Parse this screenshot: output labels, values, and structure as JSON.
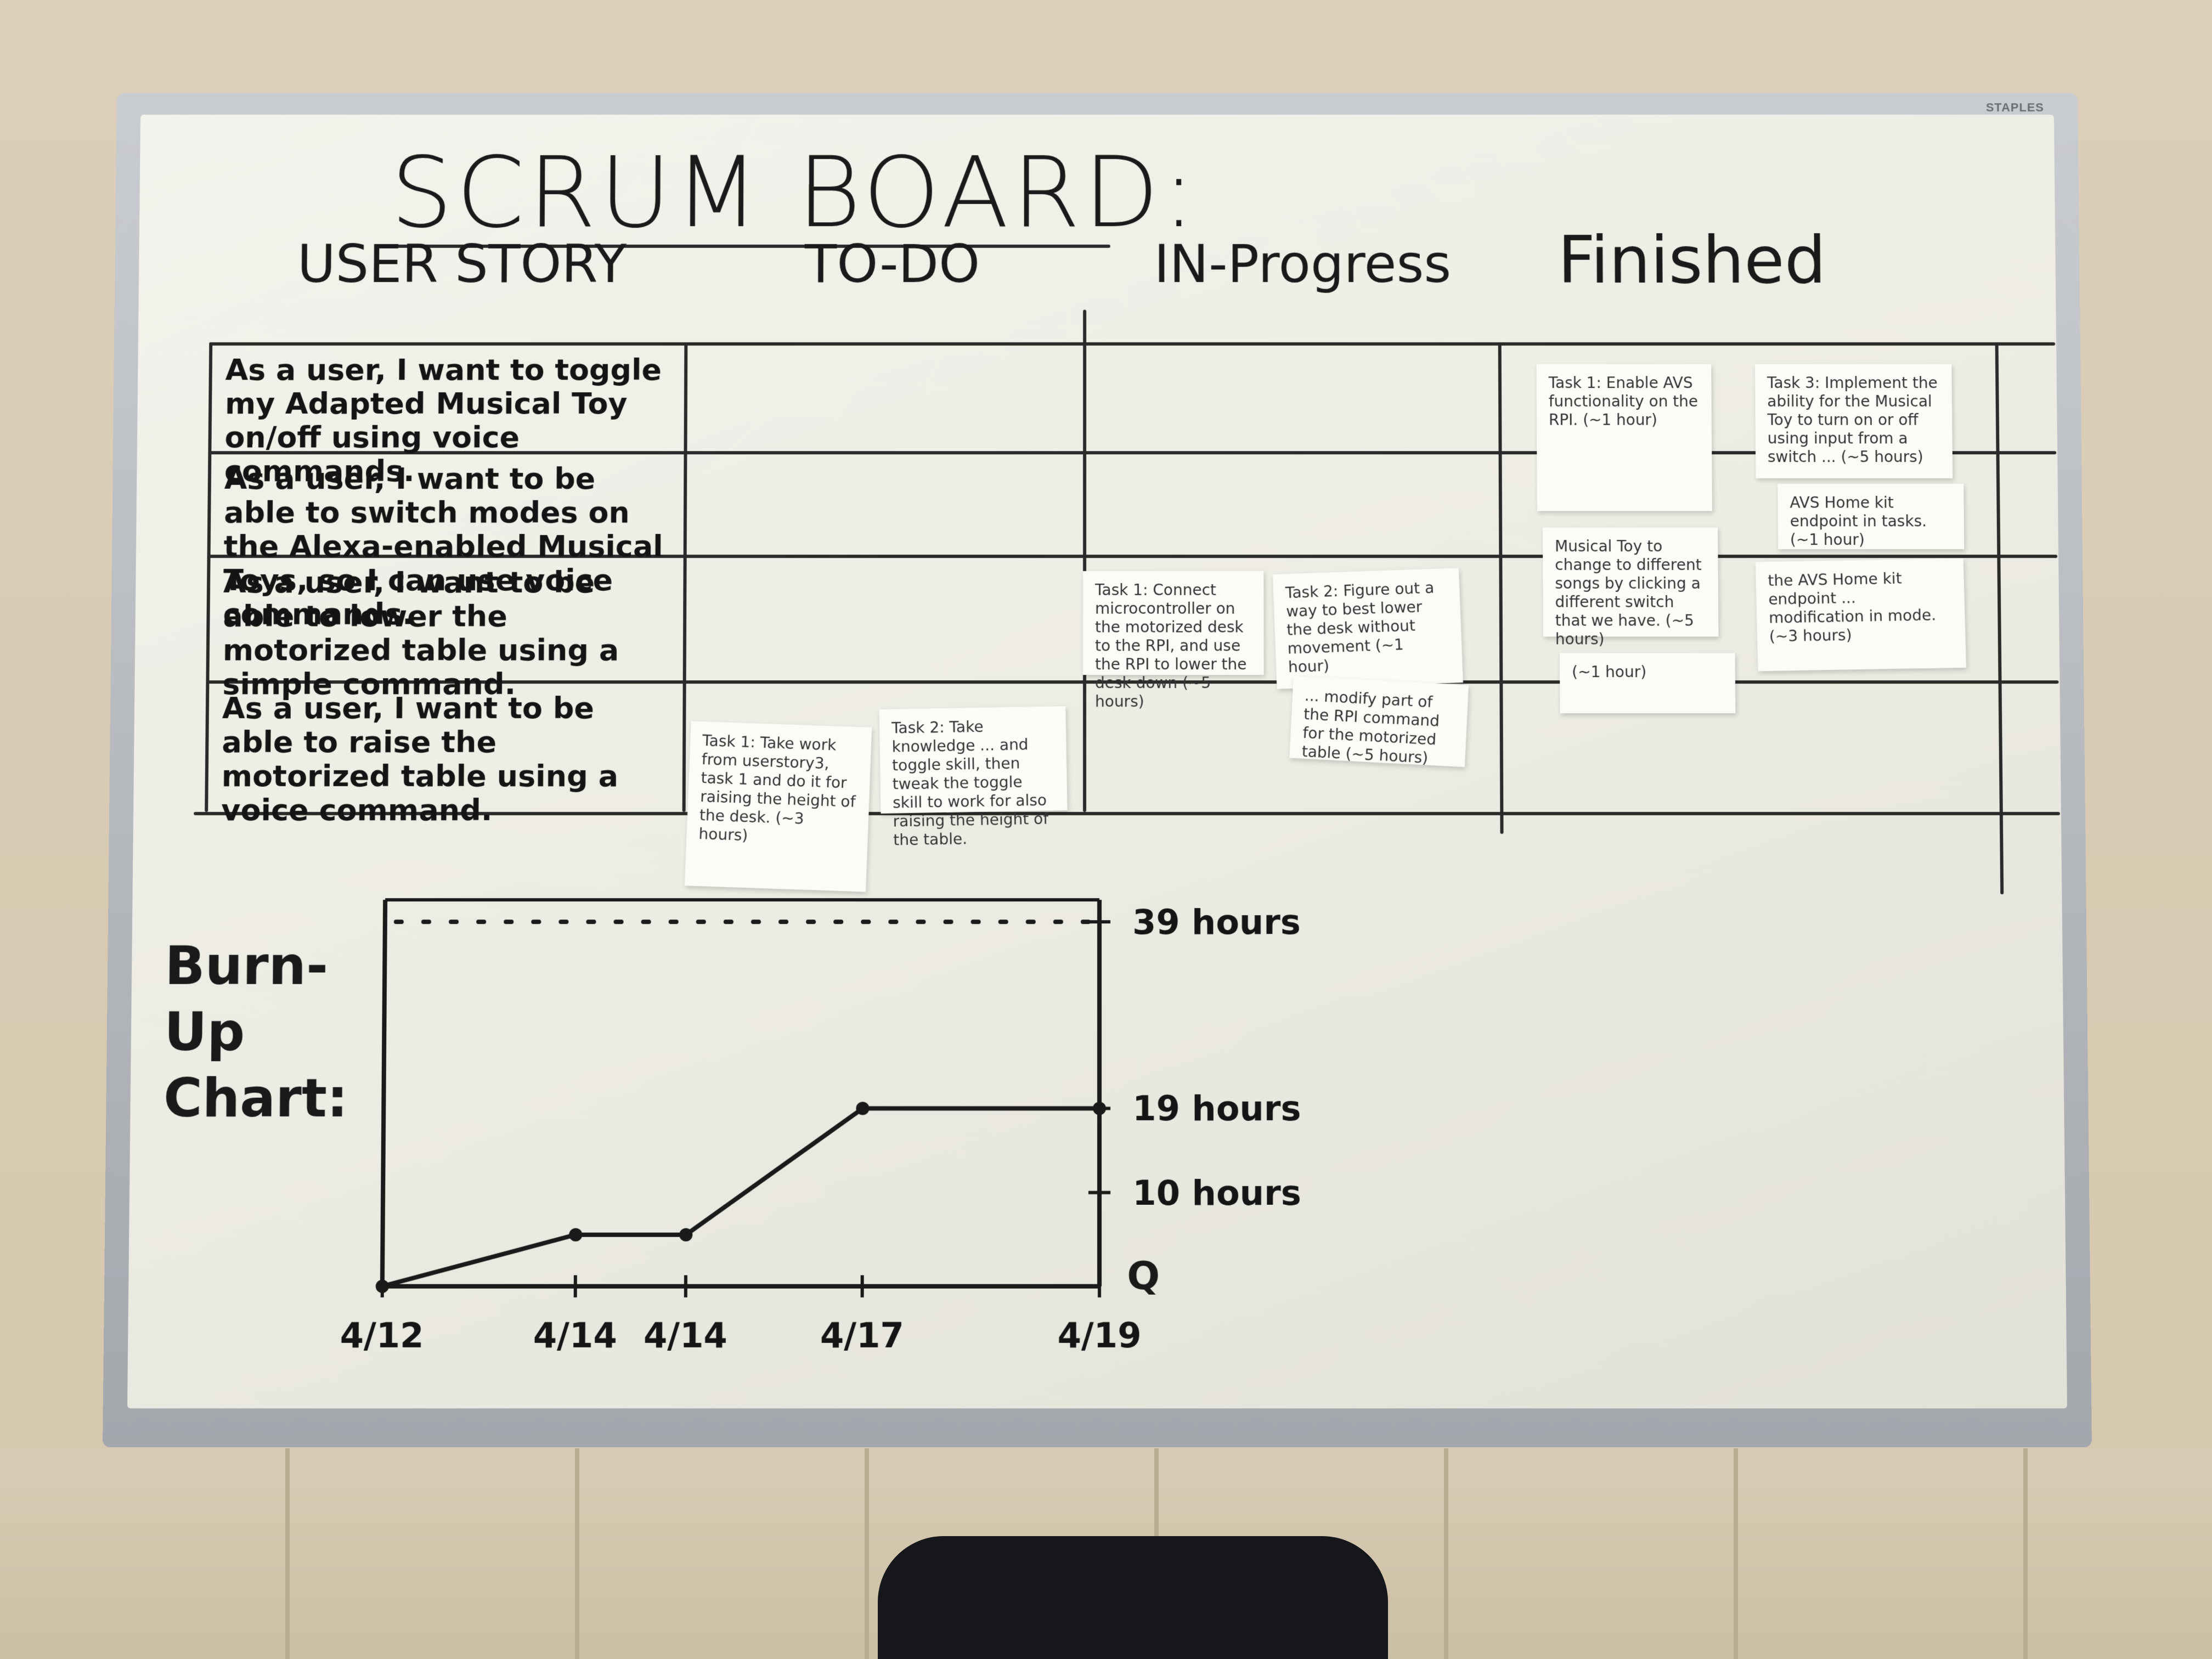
{
  "photo": {
    "brand_mark": "STAPLES"
  },
  "board": {
    "title": "SCRUM BOARD:",
    "columns": [
      "USER STORY",
      "TO-DO",
      "IN-Progress",
      "Finished"
    ],
    "user_stories": [
      "As a user, I want to toggle my Adapted Musical Toy on/off using voice commands.",
      "As a user, I want to be able to switch modes on the Alexa-enabled Musical Toys, so I can use voice commands.",
      "As a user, I want to be able to lower the motorized table using a simple command.",
      "As a user, I want to be able to raise the motorized table using a voice command."
    ],
    "todo_notes": [
      "Task 1: Take work from userstory3, task 1 and do it for raising the height of the desk. (~3 hours)",
      "Task 2: Take knowledge ... and toggle skill, then tweak the toggle skill to work for also raising the height of the table."
    ],
    "in_progress_notes": [
      "Task 1: Connect microcontroller on the motorized desk to the RPI, and use the RPI to lower the desk down (~5 hours)",
      "Task 2: Figure out a way to best lower the desk without movement (~1 hour)",
      "... modify part of the RPI command for the motorized table (~5 hours)"
    ],
    "finished_notes": [
      "Task 1: Enable AVS functionality on the RPI. (~1 hour)",
      "Task 3: Implement the ability for the Musical Toy to turn on or off using input from a switch ... (~5 hours)",
      "AVS Home kit endpoint in tasks. (~1 hour)",
      "the AVS Home kit endpoint ... modification in mode. (~3 hours)",
      "Musical Toy to change to different songs by clicking a different switch that we have. (~5 hours)",
      "(~1 hour)"
    ]
  },
  "chart_data": {
    "type": "line",
    "title": "Burn-Up Chart:",
    "x": [
      "4/12",
      "4/14",
      "4/14",
      "4/17",
      "4/19"
    ],
    "xlabel": "",
    "ylabel": "",
    "y_tick_labels": [
      "10 hours",
      "19 hours",
      "39 hours"
    ],
    "y_tick_values": [
      10,
      19,
      39
    ],
    "ylim": [
      0,
      39
    ],
    "series": [
      {
        "values": [
          0,
          5.5,
          5.5,
          19,
          19
        ]
      }
    ],
    "scope_line": 39,
    "end_marker": "Q"
  }
}
